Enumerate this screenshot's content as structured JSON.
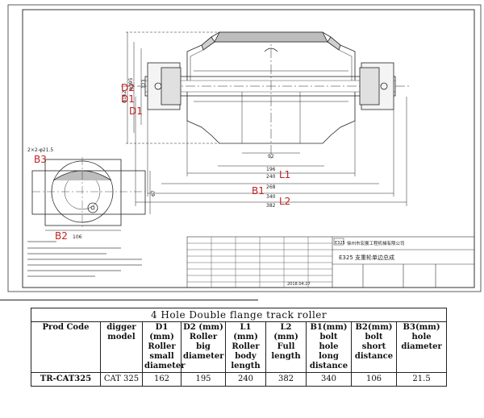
{
  "drawing": {
    "callouts": {
      "d2": "D2",
      "d1": "D1",
      "b3": "B3",
      "b2": "B2",
      "l1": "L1",
      "b1": "B1",
      "l2": "L2"
    },
    "dims": {
      "d_small": "φ162",
      "d_big": "φ195",
      "d_123": "123",
      "d_92": "92",
      "d_196": "196",
      "d_240": "240",
      "d_268": "268",
      "d_340": "340",
      "d_382": "382",
      "d_106": "106",
      "d_67": "67",
      "d_hole": "2×2-φ21.5"
    },
    "title_block": {
      "company": "徐州市宏展工程机械有限公司",
      "model_box": "E325",
      "drawing_title": "E325 支重轮单边总成",
      "date": "2018.04.27"
    }
  },
  "table": {
    "title": "4 Hole Double flange track roller",
    "headers": [
      "Prod Code",
      "digger\nmodel",
      "D1 (mm)\nRoller\nsmall\ndiameter",
      "D2 (mm)\nRoller big\ndiameter",
      "L1 (mm)\nRoller\nbody\nlength",
      "L2 (mm)\nFull\nlength",
      "B1(mm)\nbolt\nhole long\ndistance",
      "B2(mm)\nbolt\nshort\ndistance",
      "B3(mm)\nhole\ndiameter"
    ],
    "rows": [
      [
        "TR-CAT325",
        "CAT 325",
        "162",
        "195",
        "240",
        "382",
        "340",
        "106",
        "21.5"
      ]
    ]
  }
}
